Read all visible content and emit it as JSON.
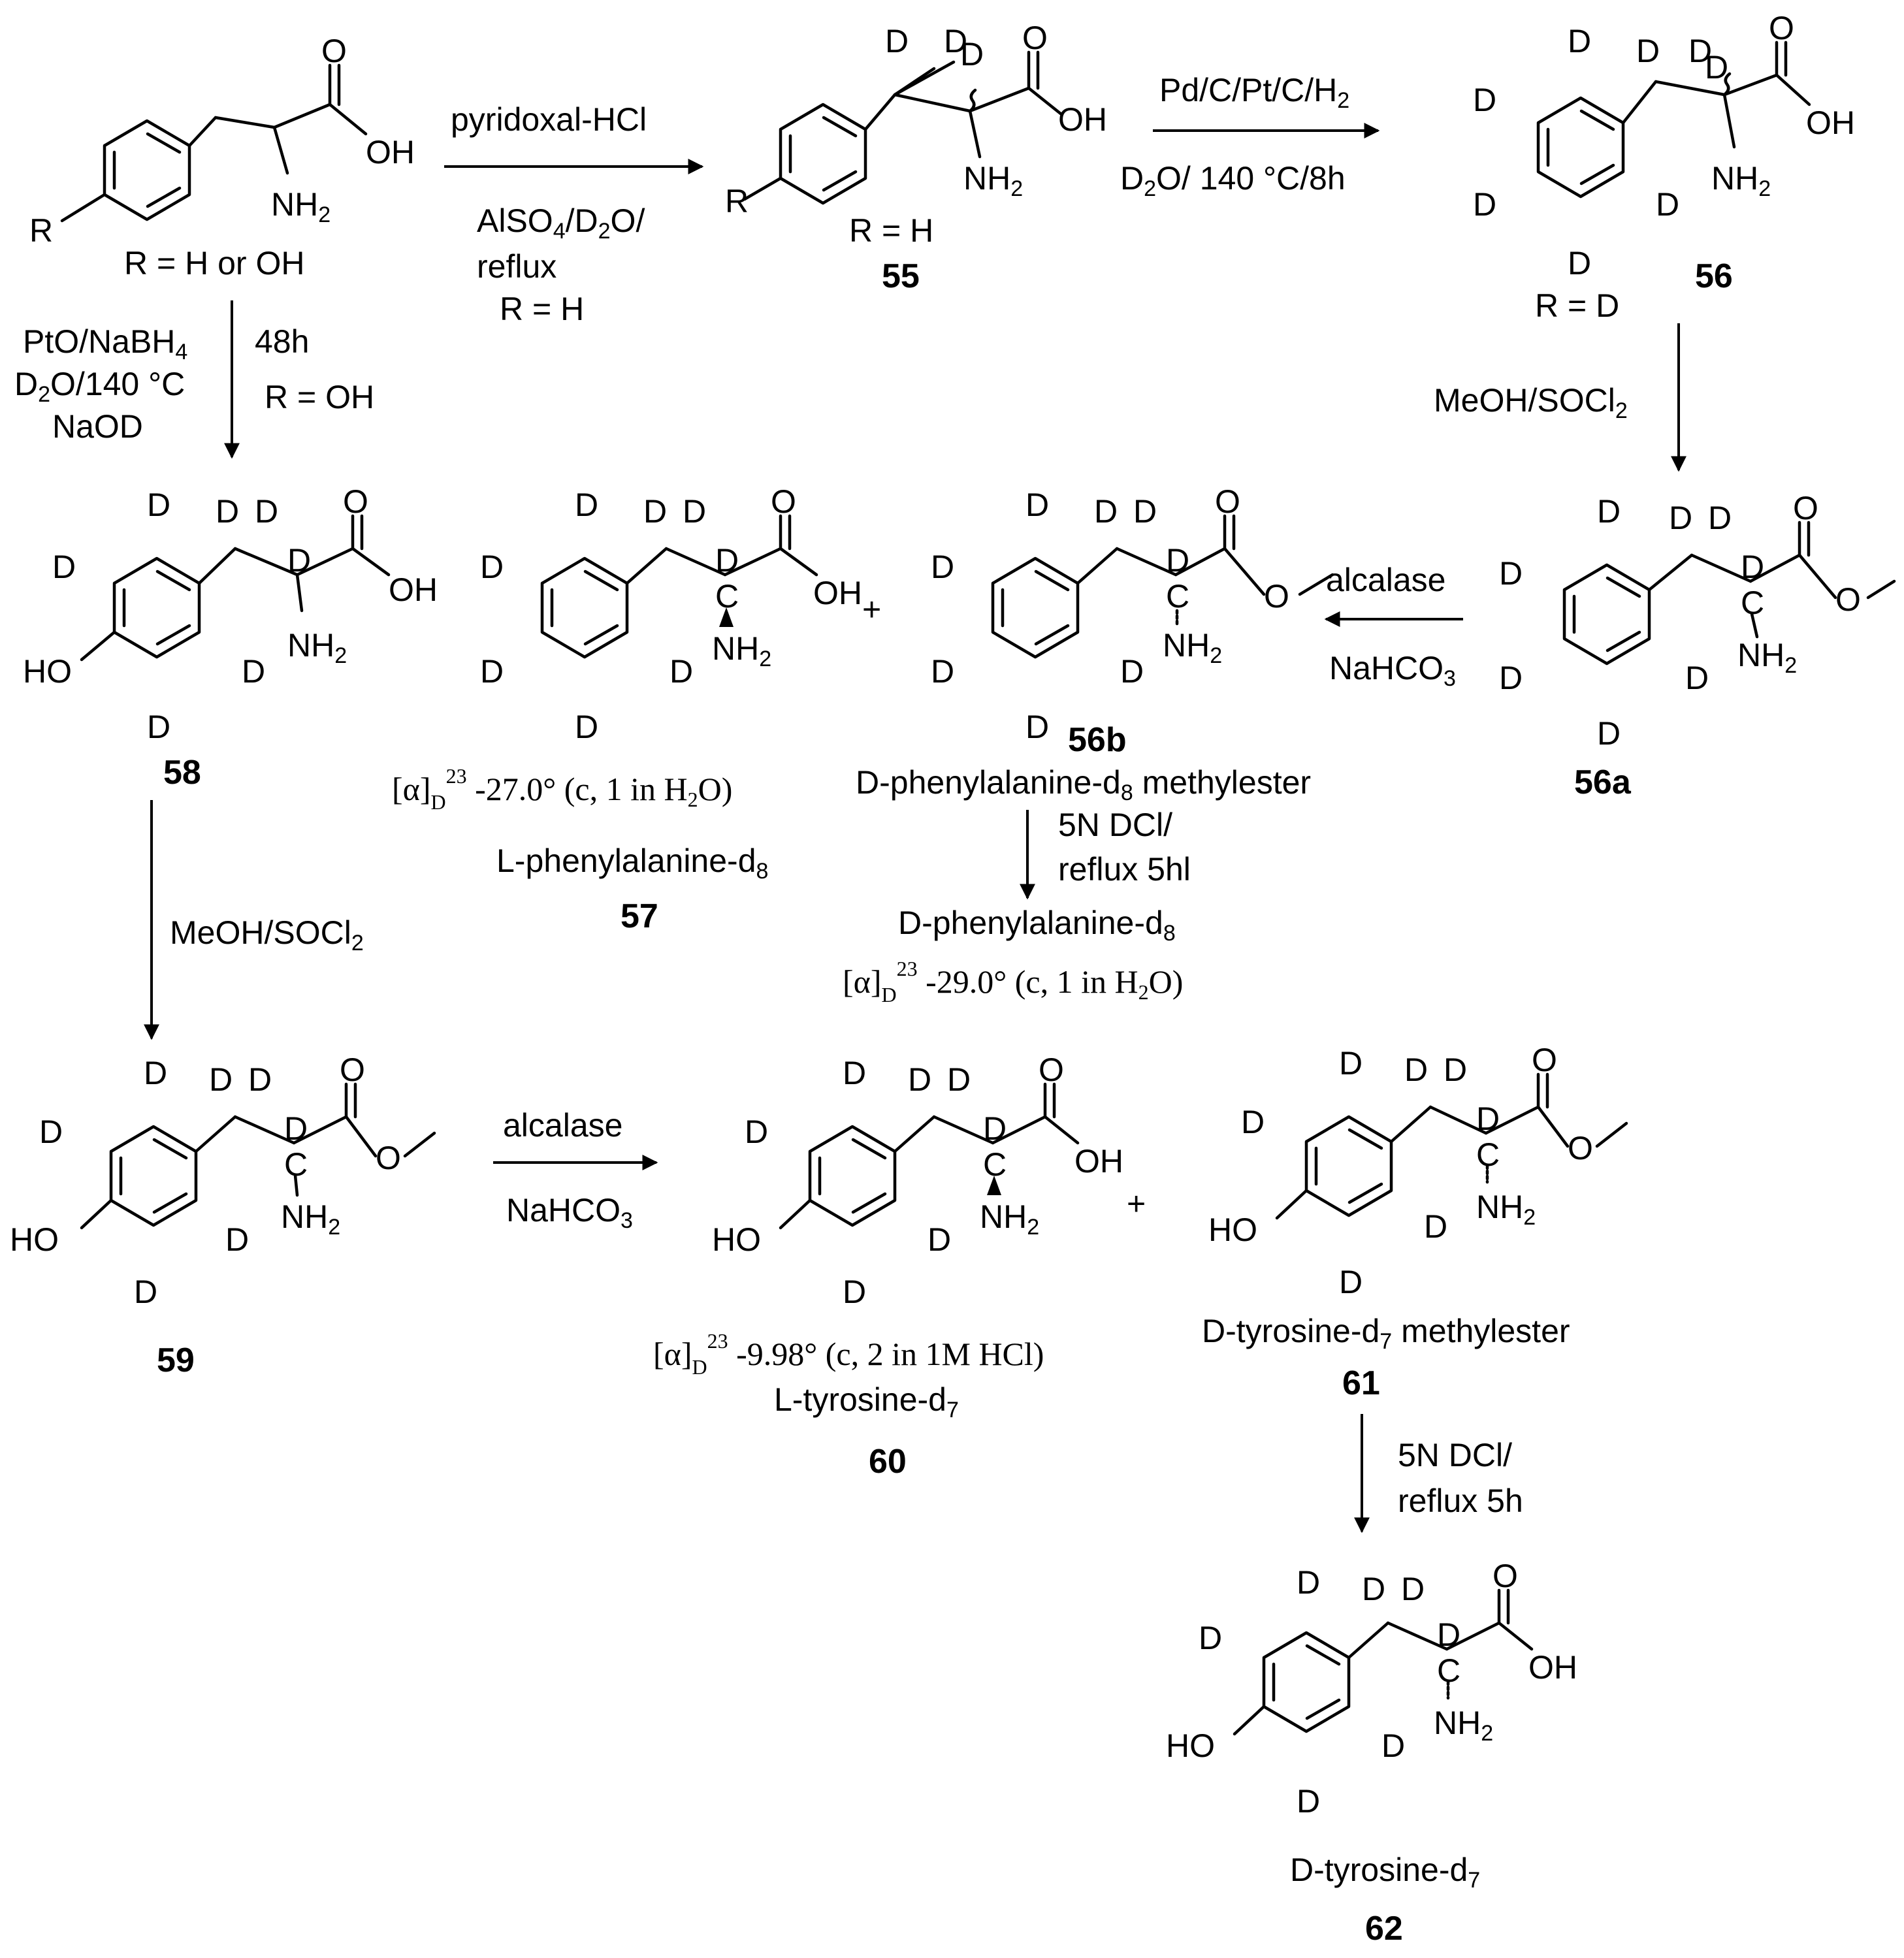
{
  "conditions": {
    "c1_top": "pyridoxal-HCl",
    "c1_bot1": "AlSO4/D2O/",
    "c1_bot2": "reflux",
    "c1_bot3": "R = H",
    "c2_top": "Pd/C/Pt/C/H2",
    "c2_bot": "D2O/ 140 °C/8h",
    "c3_l1": "PtO/NaBH4",
    "c3_l2": "D2O/140 °C",
    "c3_l3": "NaOD",
    "c3_r1": "48h",
    "c3_r2": "R = OH",
    "c4": "MeOH/SOCl2",
    "c5_top": "alcalase",
    "c5_bot": "NaHCO3",
    "c6_l1": "5N DCl/",
    "c6_l2": "reflux 5hl",
    "c7": "MeOH/SOCl2",
    "c8_top": "alcalase",
    "c8_bot": "NaHCO3",
    "c9_l1": "5N DCl/",
    "c9_l2": "reflux 5h"
  },
  "compounds": {
    "start": {
      "r_label": "R = H or OH"
    },
    "c55": {
      "number": "55",
      "r_label": "R = H"
    },
    "c56": {
      "number": "56",
      "r_label": "R = D"
    },
    "c56a": {
      "number": "56a"
    },
    "c56b": {
      "number": "56b",
      "name": "D-phenylalanine-d8 methylester"
    },
    "c57": {
      "number": "57",
      "name": "L-phenylalanine-d8",
      "rotation": "[α]D23 -27.0° (c, 1 in H2O)"
    },
    "dphe": {
      "name": "D-phenylalanine-d8",
      "rotation": "[α]D23 -29.0° (c, 1 in H2O)"
    },
    "c58": {
      "number": "58"
    },
    "c59": {
      "number": "59"
    },
    "c60": {
      "number": "60",
      "name": "L-tyrosine-d7",
      "rotation": "[α]D23 -9.98° (c, 2 in 1M HCl)"
    },
    "c61": {
      "number": "61",
      "name": "D-tyrosine-d7 methylester"
    },
    "c62": {
      "number": "62",
      "name": "D-tyrosine-d7"
    }
  },
  "atoms": {
    "D": "D",
    "OH": "OH",
    "HO": "HO",
    "NH2": "NH2",
    "O": "O",
    "R": "R",
    "C": "C",
    "plus": "+"
  }
}
